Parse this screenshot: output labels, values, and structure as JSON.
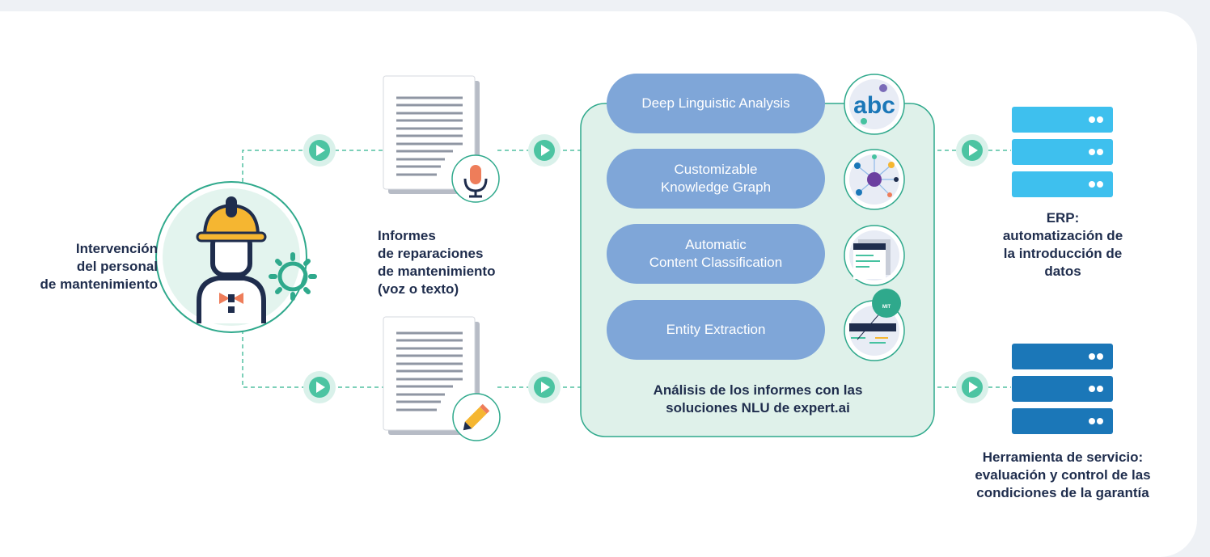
{
  "labels": {
    "worker": "Intervención\ndel personal\nde mantenimiento",
    "reports": "Informes\nde reparaciones\nde mantenimiento\n(voz o texto)",
    "analysis": "Análisis de los informes con las\nsoluciones NLU de expert.ai",
    "erp": "ERP:\nautomatización de\nla introducción de\ndatos",
    "service": "Herramienta de servicio:\nevaluación y control de las\ncondiciones de la garantía"
  },
  "modules": [
    {
      "label": "Deep Linguistic Analysis",
      "icon": "abc-icon"
    },
    {
      "label": "Customizable\nKnowledge Graph",
      "icon": "network-graph-icon"
    },
    {
      "label": "Automatic\nContent Classification",
      "icon": "documents-icon"
    },
    {
      "label": "Entity Extraction",
      "icon": "entity-icon"
    }
  ],
  "icon_text": {
    "abc": "abc",
    "mit": "MIT"
  },
  "colors": {
    "teal": "#2fa98c",
    "teal_light": "#dff1ea",
    "pill": "#7fa6d8",
    "erp_server": "#3ec0ee",
    "service_server": "#1b77b8",
    "navy": "#1f2d4d",
    "yellow": "#f5b631"
  }
}
